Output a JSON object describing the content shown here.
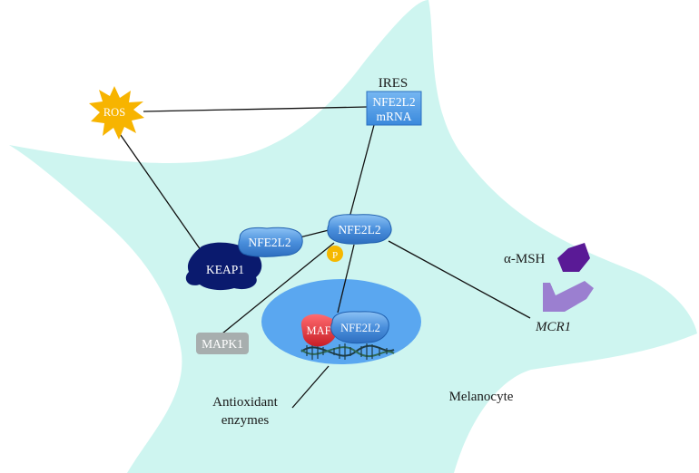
{
  "labels": {
    "ires": "IRES",
    "nfe2l2_mrna_line1": "NFE2L2",
    "nfe2l2_mrna_line2": "mRNA",
    "ros": "ROS",
    "nfe2l2_center": "NFE2L2",
    "nfe2l2_keap": "NFE2L2",
    "keap1": "KEAP1",
    "p": "P",
    "maf": "MAF",
    "nfe2l2_nucleus": "NFE2L2",
    "mapk1": "MAPK1",
    "antioxidant_line1": "Antioxidant",
    "antioxidant_line2": "enzymes",
    "melanocyte": "Melanocyte",
    "mcr1": "MCR1",
    "alpha_msh": "α-MSH"
  },
  "colors": {
    "cell": "#cef5f0",
    "nucleus": "#5aa7f0",
    "protein_blue": "#4a8fdc",
    "keap1": "#0a1a6e",
    "ros": "#f7b400",
    "phosphate": "#f5b800",
    "maf": "#e8343a",
    "mapk1": "#a7aeae",
    "mcr1": "#9b7fd0",
    "alpha_msh": "#5a1a96",
    "mrna_box": "#4d9fe8"
  }
}
